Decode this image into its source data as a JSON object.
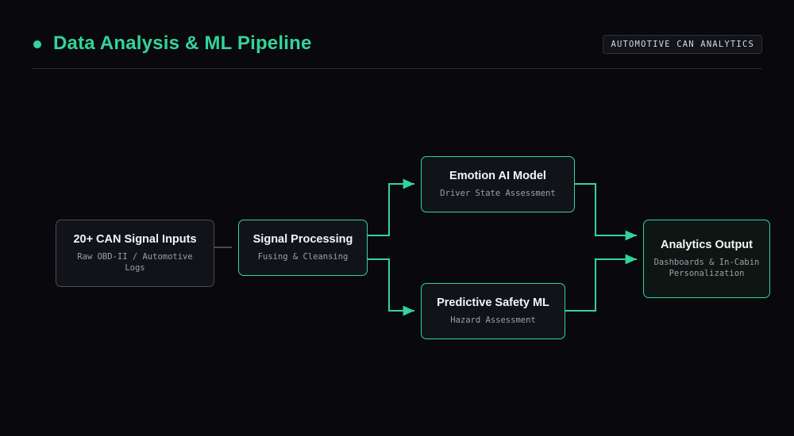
{
  "header": {
    "title": "Data Analysis & ML Pipeline",
    "badge": "AUTOMOTIVE CAN ANALYTICS"
  },
  "colors": {
    "accent": "#34d399",
    "background": "#09090d",
    "node_fill": "#121319",
    "source_border": "#4b4e58"
  },
  "nodes": {
    "inputs": {
      "title": "20+ CAN Signal Inputs",
      "subtitle": "Raw OBD-II / Automotive Logs"
    },
    "processing": {
      "title": "Signal Processing",
      "subtitle": "Fusing & Cleansing"
    },
    "emotion": {
      "title": "Emotion AI Model",
      "subtitle": "Driver State Assessment"
    },
    "safety": {
      "title": "Predictive Safety ML",
      "subtitle": "Hazard Assessment"
    },
    "output": {
      "title": "Analytics Output",
      "subtitle": "Dashboards & In-Cabin Personalization"
    }
  },
  "edges": [
    {
      "from": "inputs",
      "to": "processing"
    },
    {
      "from": "processing",
      "to": "emotion"
    },
    {
      "from": "processing",
      "to": "safety"
    },
    {
      "from": "emotion",
      "to": "output"
    },
    {
      "from": "safety",
      "to": "output"
    }
  ]
}
